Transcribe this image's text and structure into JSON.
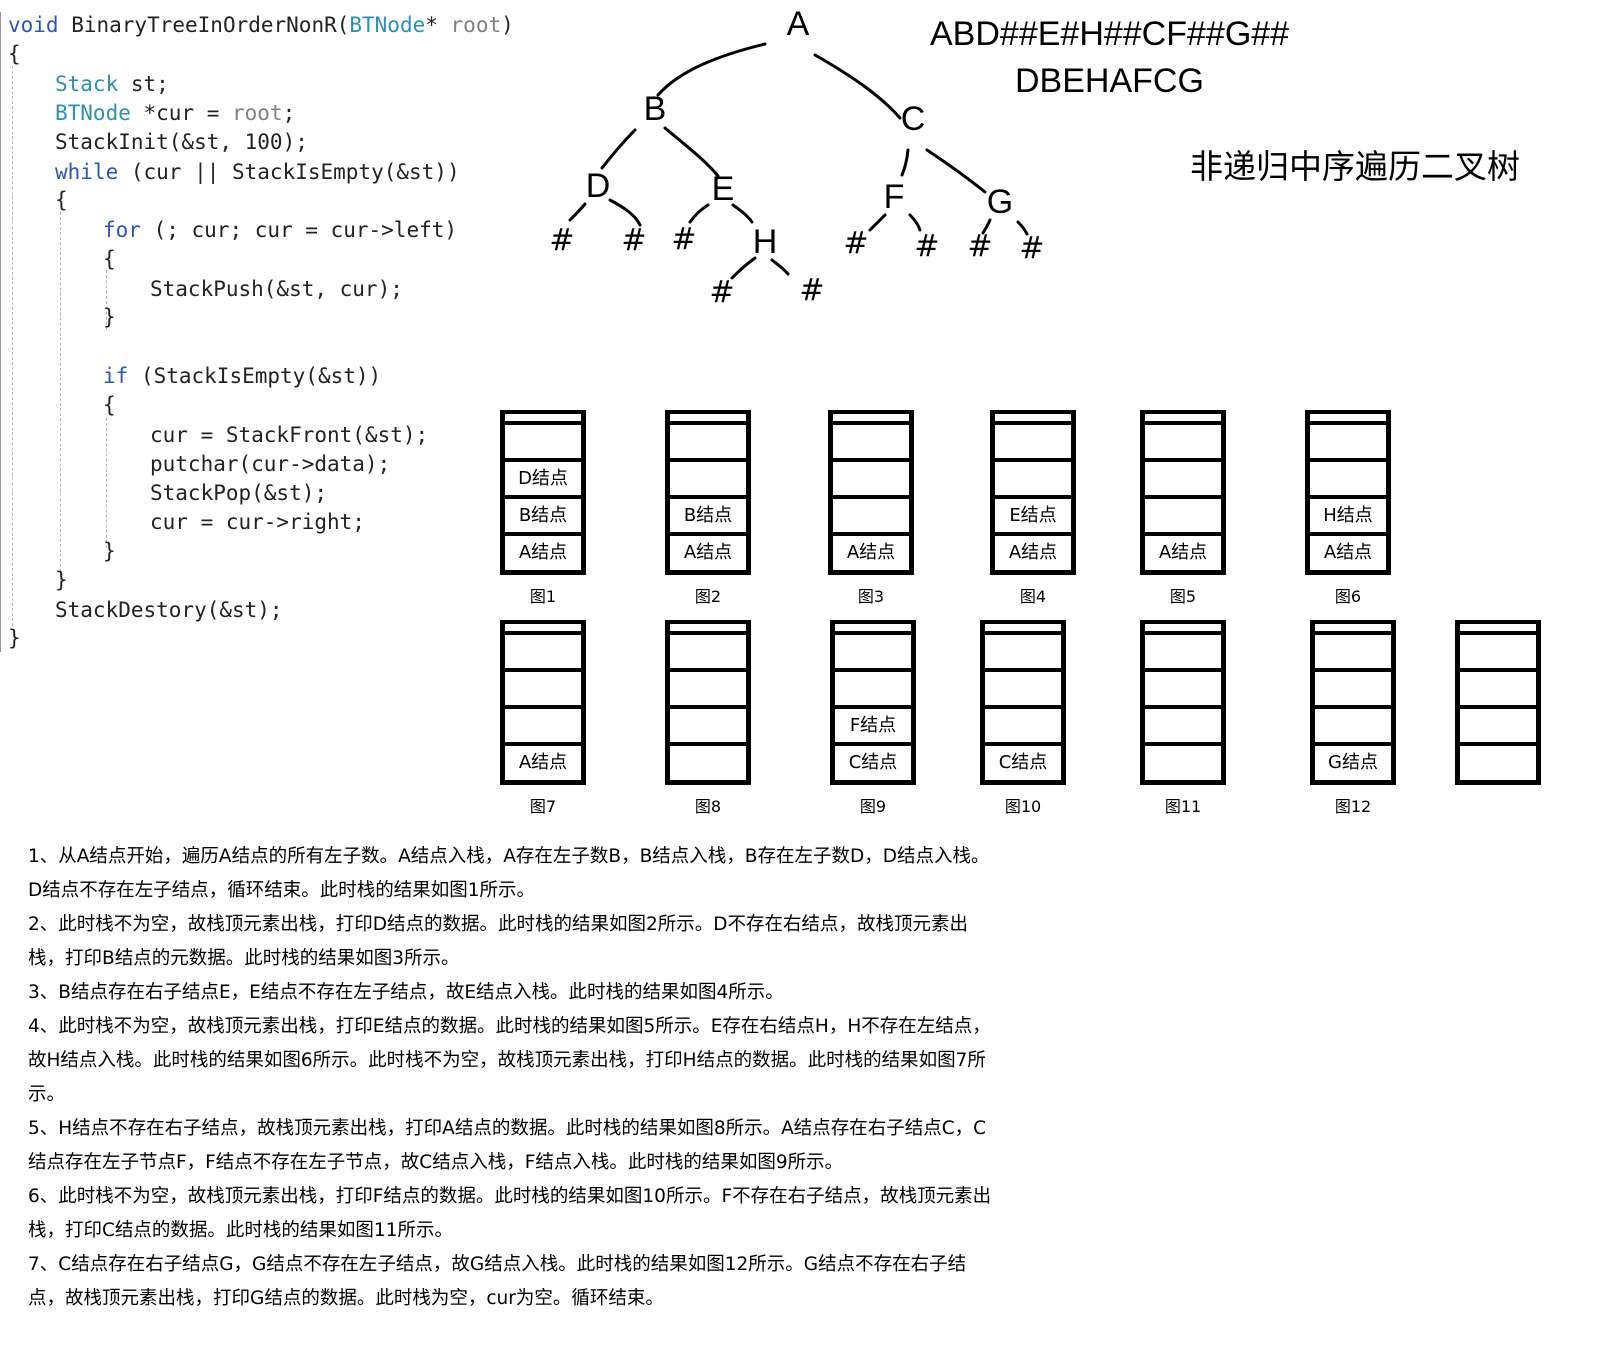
{
  "code": {
    "lines": [
      "void BinaryTreeInOrderNonR(BTNode* root)",
      "{",
      "Stack st;",
      "BTNode *cur = root;",
      "StackInit(&st, 100);",
      "while (cur || StackIsEmpty(&st))",
      "{",
      "for (; cur; cur = cur->left)",
      "{",
      "StackPush(&st, cur);",
      "}",
      "if (StackIsEmpty(&st))",
      "{",
      "cur = StackFront(&st);",
      "putchar(cur->data);",
      "StackPop(&st);",
      "cur = cur->right;",
      "}",
      "}",
      "StackDestory(&st);",
      "}"
    ]
  },
  "tree": {
    "nodes": [
      "A",
      "B",
      "C",
      "D",
      "E",
      "F",
      "G",
      "H"
    ],
    "null_marker": "#"
  },
  "sequences": {
    "preorder": "ABD##E#H##CF##G##",
    "inorder": "DBEHAFCG"
  },
  "title": "非递归中序遍历二叉树",
  "stacks": [
    {
      "label": "图1",
      "items": [
        "A结点",
        "B结点",
        "D结点"
      ]
    },
    {
      "label": "图2",
      "items": [
        "A结点",
        "B结点"
      ]
    },
    {
      "label": "图3",
      "items": [
        "A结点"
      ]
    },
    {
      "label": "图4",
      "items": [
        "A结点",
        "E结点"
      ]
    },
    {
      "label": "图5",
      "items": [
        "A结点"
      ]
    },
    {
      "label": "图6",
      "items": [
        "A结点",
        "H结点"
      ]
    },
    {
      "label": "图7",
      "items": [
        "A结点"
      ]
    },
    {
      "label": "图8",
      "items": []
    },
    {
      "label": "图9",
      "items": [
        "C结点",
        "F结点"
      ]
    },
    {
      "label": "图10",
      "items": [
        "C结点"
      ]
    },
    {
      "label": "图11",
      "items": []
    },
    {
      "label": "图12",
      "items": [
        "G结点"
      ]
    },
    {
      "label": "",
      "items": []
    }
  ],
  "explanation": [
    "1、从A结点开始，遍历A结点的所有左子数。A结点入栈，A存在左子数B，B结点入栈，B存在左子数D，D结点入栈。D结点不存在左子结点，循环结束。此时栈的结果如图1所示。",
    "2、此时栈不为空，故栈顶元素出栈，打印D结点的数据。此时栈的结果如图2所示。D不存在右结点，故栈顶元素出栈，打印B结点的元数据。此时栈的结果如图3所示。",
    "3、B结点存在右子结点E，E结点不存在左子结点，故E结点入栈。此时栈的结果如图4所示。",
    "4、此时栈不为空，故栈顶元素出栈，打印E结点的数据。此时栈的结果如图5所示。E存在右结点H，H不存在左结点，故H结点入栈。此时栈的结果如图6所示。此时栈不为空，故栈顶元素出栈，打印H结点的数据。此时栈的结果如图7所示。",
    "5、H结点不存在右子结点，故栈顶元素出栈，打印A结点的数据。此时栈的结果如图8所示。A结点存在右子结点C，C结点存在左子节点F，F结点不存在左子节点，故C结点入栈，F结点入栈。此时栈的结果如图9所示。",
    "6、此时栈不为空，故栈顶元素出栈，打印F结点的数据。此时栈的结果如图10所示。F不存在右子结点，故栈顶元素出栈，打印C结点的数据。此时栈的结果如图11所示。",
    "7、C结点存在右子结点G，G结点不存在左子结点，故G结点入栈。此时栈的结果如图12所示。G结点不存在右子结点，故栈顶元素出栈，打印G结点的数据。此时栈为空，cur为空。循环结束。"
  ]
}
